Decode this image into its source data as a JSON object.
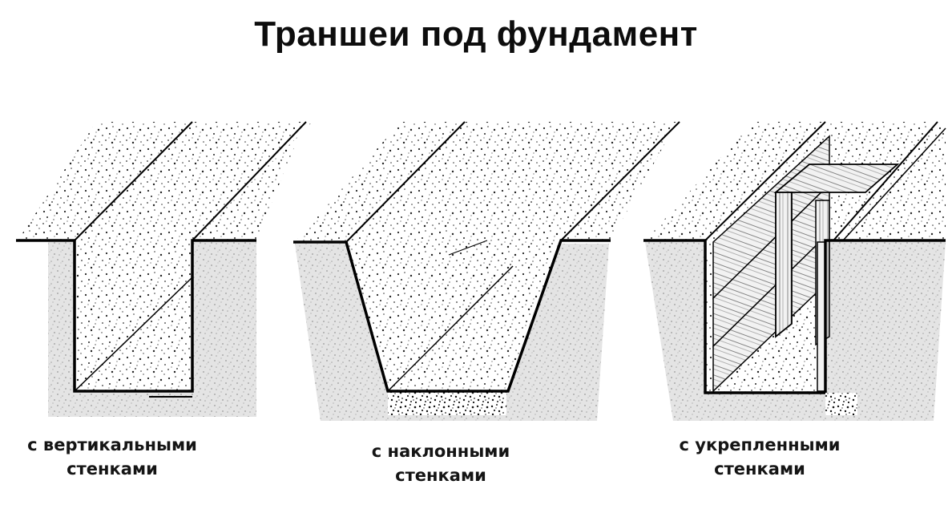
{
  "title": "Траншеи под фундамент",
  "trenches": [
    {
      "caption_line1": "с вертикальными",
      "caption_line2": "стенками"
    },
    {
      "caption_line1": "с наклонными",
      "caption_line2": "стенками"
    },
    {
      "caption_line1": "с укрепленными",
      "caption_line2": "стенками"
    }
  ]
}
